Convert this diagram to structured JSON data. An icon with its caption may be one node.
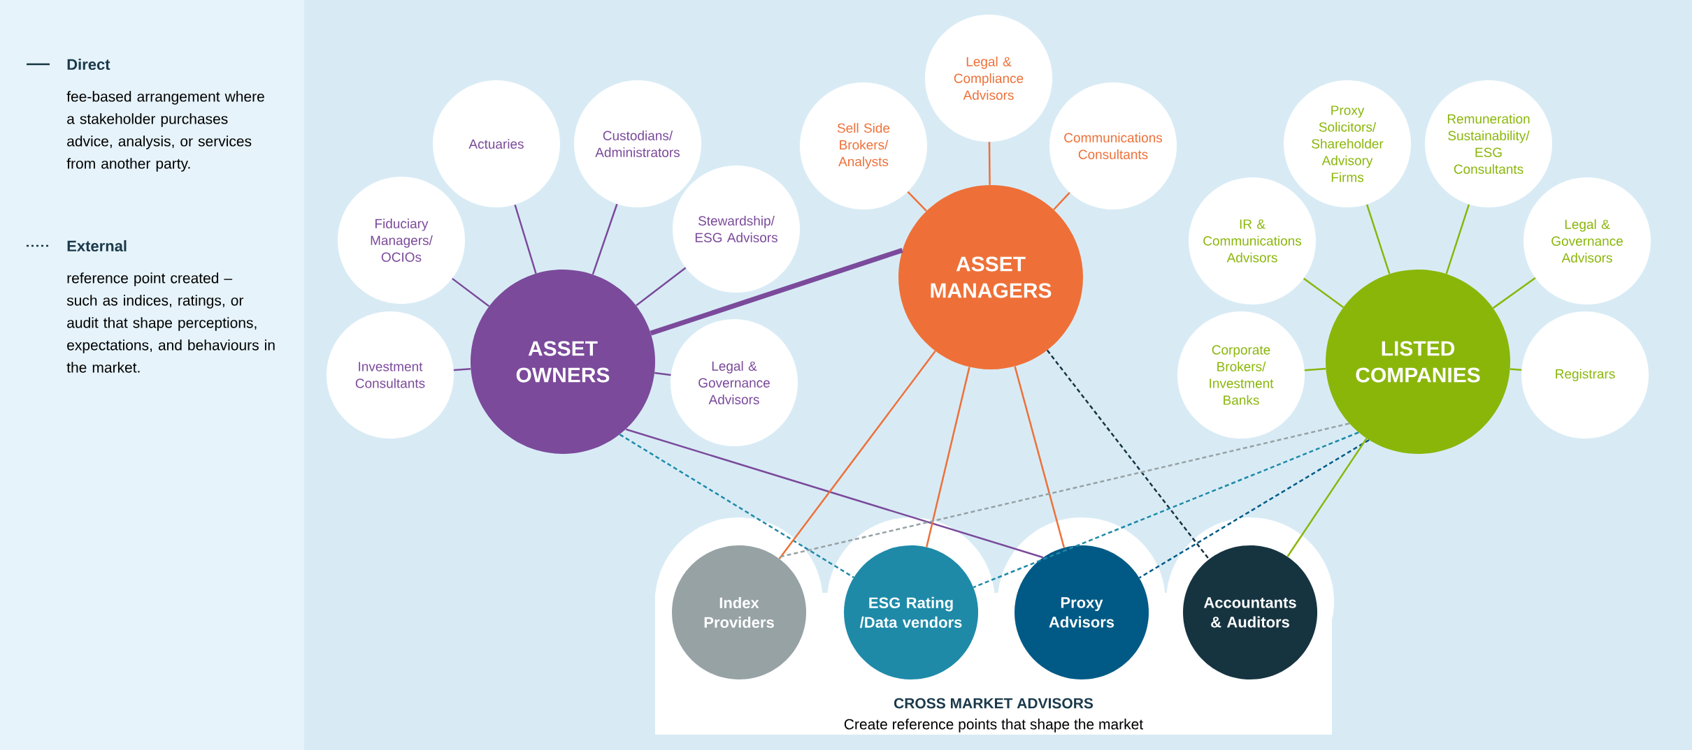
{
  "diagram": {
    "nodes": [
      {
        "text": [
          "Legal & Compliance Advisors"
        ]
      },
      {
        "text": [
          "Actuaries"
        ]
      },
      {
        "text": [
          "Custodians/ Administrators"
        ]
      },
      {
        "text": [
          "Sell Side Brokers/ Analysts"
        ]
      },
      {
        "text": [
          "Communications Consultants"
        ]
      },
      {
        "text": [
          "Proxy Solicitors/ Shareholder Advisory Firms"
        ]
      },
      {
        "text": [
          "Remuneration Sustainability/ ESG Consultants"
        ]
      },
      {
        "text": [
          "Fiduciary Managers/ OCIOs"
        ]
      },
      {
        "text": [
          "Stewardship/ ESG Advisors"
        ]
      },
      {
        "text": [
          "ASSET MANAGERS"
        ]
      },
      {
        "text": [
          "IR & Communications Advisors"
        ]
      },
      {
        "text": [
          "Legal & Governance Advisors"
        ]
      },
      {
        "text": [
          "Investment Consultants"
        ]
      },
      {
        "text": [
          "ASSET OWNERS"
        ]
      },
      {
        "text": [
          "Legal & Governance Advisors"
        ]
      },
      {
        "text": [
          "Corporate Brokers/ Investment Banks"
        ]
      },
      {
        "text": [
          "LISTED COMPANIES"
        ]
      },
      {
        "text": [
          "Registrars"
        ]
      },
      {
        "text": [
          "CROSS MARKET ADVISORS",
          "Create reference points that shape the market"
        ]
      },
      {
        "text": [
          "Index Providers"
        ],
        "in": 18
      },
      {
        "text": [
          "ESG Rating /Data vendors"
        ],
        "in": 18
      },
      {
        "text": [
          "Proxy Advisors"
        ],
        "in": 18
      },
      {
        "text": [
          "Accountants & Auditors"
        ],
        "in": 18
      }
    ],
    "edges": [
      {
        "from": 13,
        "to": 1,
        "arrow": "none",
        "color": "#7b4a9b"
      },
      {
        "from": 13,
        "to": 2,
        "arrow": "none",
        "color": "#7b4a9b"
      },
      {
        "from": 13,
        "to": 7,
        "arrow": "none",
        "color": "#7b4a9b"
      },
      {
        "from": 13,
        "to": 8,
        "arrow": "none",
        "color": "#7b4a9b"
      },
      {
        "from": 13,
        "to": 12,
        "arrow": "none",
        "color": "#7b4a9b"
      },
      {
        "from": 13,
        "to": 14,
        "arrow": "none",
        "color": "#7b4a9b"
      },
      {
        "from": 9,
        "to": 0,
        "arrow": "none",
        "color": "#ee7038"
      },
      {
        "from": 9,
        "to": 3,
        "arrow": "none",
        "color": "#ee7038"
      },
      {
        "from": 9,
        "to": 4,
        "arrow": "none",
        "color": "#ee7038"
      },
      {
        "from": 16,
        "to": 5,
        "arrow": "none",
        "color": "#8ab60a"
      },
      {
        "from": 16,
        "to": 6,
        "arrow": "none",
        "color": "#8ab60a"
      },
      {
        "from": 16,
        "to": 10,
        "arrow": "none",
        "color": "#8ab60a"
      },
      {
        "from": 16,
        "to": 11,
        "arrow": "none",
        "color": "#8ab60a"
      },
      {
        "from": 16,
        "to": 15,
        "arrow": "none",
        "color": "#8ab60a"
      },
      {
        "from": 16,
        "to": 17,
        "arrow": "none",
        "color": "#8ab60a"
      },
      {
        "from": 13,
        "to": 9,
        "arrow": "none",
        "style": "thick",
        "color": "#7b4a9b"
      },
      {
        "from": 13,
        "to": 21,
        "arrow": "none",
        "color": "#7b4a9b"
      },
      {
        "from": 13,
        "to": 20,
        "arrow": "none",
        "style": "dashed",
        "color": "#1e8aa8"
      },
      {
        "from": 9,
        "to": 19,
        "arrow": "none",
        "color": "#ee7038"
      },
      {
        "from": 9,
        "to": 20,
        "arrow": "none",
        "color": "#ee7038"
      },
      {
        "from": 9,
        "to": 21,
        "arrow": "none",
        "color": "#ee7038"
      },
      {
        "from": 9,
        "to": 22,
        "arrow": "none",
        "style": "dashed",
        "color": "#163440"
      },
      {
        "from": 16,
        "to": 19,
        "arrow": "none",
        "style": "dashed",
        "color": "#97a2a5"
      },
      {
        "from": 16,
        "to": 20,
        "arrow": "none",
        "style": "dashed",
        "color": "#1e8aa8"
      },
      {
        "from": 16,
        "to": 21,
        "arrow": "none",
        "style": "dashed",
        "color": "#005a85"
      },
      {
        "from": 16,
        "to": 22,
        "arrow": "none",
        "color": "#8ab60a"
      }
    ],
    "labels": [
      "fee-based arrangement where a stakeholder purchases advice, analysis, or services from another party.",
      "reference point created – such as indices, ratings, or audit that shape perceptions, expectations, and behaviours in the market."
    ],
    "legend": [
      {
        "text": "Direct"
      },
      {
        "text": "External"
      }
    ]
  }
}
